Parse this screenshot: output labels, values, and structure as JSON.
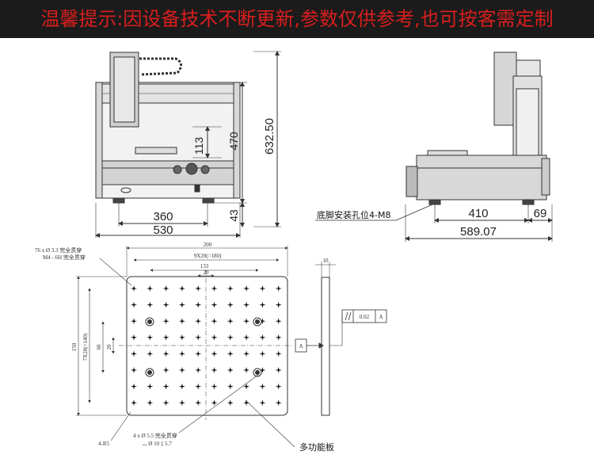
{
  "banner": {
    "text": "温馨提示:因设备技术不断更新,参数仅供参考,也可按客需定制"
  },
  "front_view": {
    "dims": {
      "h113": "113",
      "h470": "470",
      "h632": "632.50",
      "h43": "43",
      "w360": "360",
      "w530": "530"
    }
  },
  "side_view": {
    "dims": {
      "w410": "410",
      "w69": "69",
      "w589": "589.07"
    },
    "mount_label": "底脚安装孔位4-M8"
  },
  "plate_view": {
    "dims": {
      "w200": "200",
      "w9x20": "9X20(=180)",
      "w133": "133",
      "w20": "20",
      "h150": "150",
      "h7x20": "7X20(=140)",
      "h60": "60",
      "h20": "20",
      "t10": "10",
      "flatness": "0.02",
      "datum": "A",
      "datum_box": "A"
    },
    "notes": {
      "holes1": "76 x Ø 3.3 完全贯穿",
      "holes2": "M4 - 6H 完全贯穿",
      "corner": "4-R5",
      "cb1": "4 x Ø 5.5 完全贯穿",
      "cb2": "⌴ Ø 10 ↧ 5.7"
    },
    "plate_label": "多功能板"
  },
  "colors": {
    "banner_bg": "#1b1b1b",
    "banner_text": "#d81e1e"
  }
}
